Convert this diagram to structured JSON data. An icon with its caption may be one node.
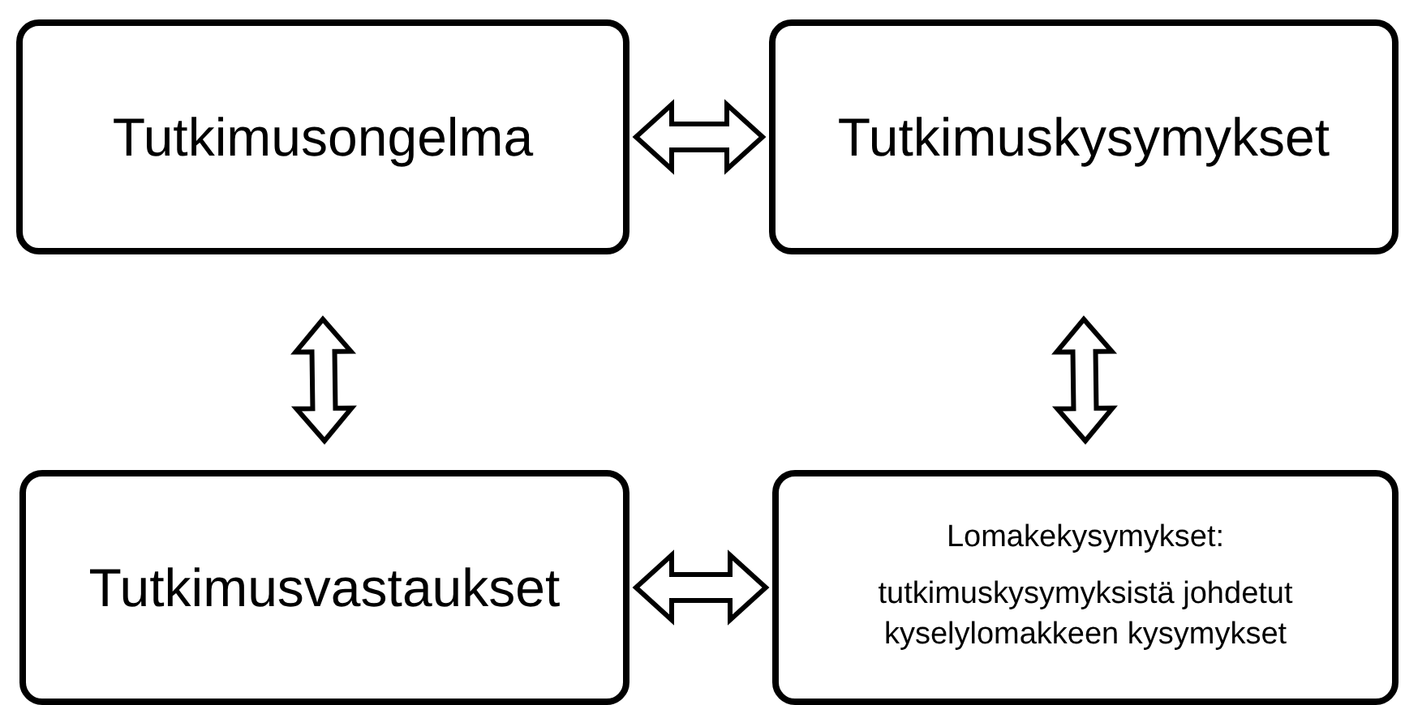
{
  "diagram": {
    "nodes": [
      {
        "text": [
          "Tutkimusongelma"
        ]
      },
      {
        "text": [
          "Tutkimuskysymykset"
        ]
      },
      {
        "text": [
          "Tutkimusvastaukset"
        ]
      },
      {
        "text": [
          "Lomakekysymykset:",
          "tutkimuskysymyksistä johdetut kyselylomakkeen kysymykset"
        ]
      }
    ],
    "edges": [
      {
        "from": 0,
        "to": 1,
        "arrow": "both"
      },
      {
        "from": 0,
        "to": 2,
        "arrow": "both"
      },
      {
        "from": 1,
        "to": 3,
        "arrow": "both"
      },
      {
        "from": 2,
        "to": 3,
        "arrow": "both"
      }
    ]
  }
}
